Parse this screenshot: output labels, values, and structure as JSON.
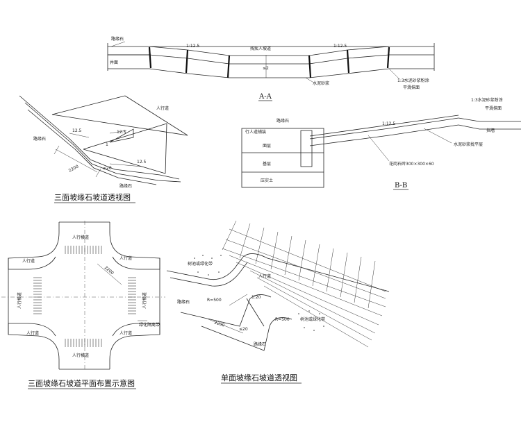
{
  "section_aa": {
    "title": "A-A",
    "labels": {
      "curb": "路缘石",
      "pavement": "井面",
      "slope_left": "1:12.5",
      "slope_right": "1:12.5",
      "ramp": "残疾人坡道",
      "depth": "≤2",
      "mortar": "水泥砂浆",
      "cement_mortar": "1:3水泥砂浆粉涂",
      "finish": "平滑抹面"
    }
  },
  "three_side_persp": {
    "title": "三面坡缘石坡道透视图",
    "labels": {
      "sidewalk": "人行道",
      "slope_a": "12.5",
      "slope_b": "12.5",
      "slope_c": "12.5",
      "curb_top": "路缘石",
      "curb_bottom": "路缘石",
      "dim_length": "2200",
      "dim_small": "≤20",
      "num": "1"
    }
  },
  "section_bb": {
    "title": "B-B",
    "labels": {
      "curb_stone": "路缘石",
      "sidewalk_pave": "行人道铺装",
      "base": "面层",
      "subbase": "基层",
      "soil": "压实土",
      "slope": "1:12.5",
      "mortar_top": "1:3水泥砂浆粉涂",
      "finish_top": "平滑抹面",
      "wall": "挡墙",
      "mortar_level": "水泥砂浆找平层",
      "tile": "花岗石砖300×300×60"
    }
  },
  "plan": {
    "title": "三面坡缘石坡道平面布置示意图",
    "labels": {
      "crosswalk_top": "人行横道",
      "crosswalk_bottom": "人行横道",
      "crosswalk_left": "人行横道",
      "crosswalk_right": "人行横道",
      "sidewalk_tl": "人行道",
      "sidewalk_tr": "人行道",
      "sidewalk_bl": "人行道",
      "sidewalk_br": "人行道",
      "dim": "2200",
      "green": "绿化隔离带"
    }
  },
  "single_persp": {
    "title": "单面坡缘石坡道透视图",
    "labels": {
      "plant_top": "树池或绿化带",
      "plant_bottom": "树池或绿化带",
      "sidewalk": "人行道",
      "curb_top": "路缘石",
      "curb_bottom": "路缘石",
      "r_left": "R=500",
      "r_right": "R=500",
      "dim_length": "2200",
      "dim_small": "≤20",
      "slope": "1:20"
    }
  }
}
